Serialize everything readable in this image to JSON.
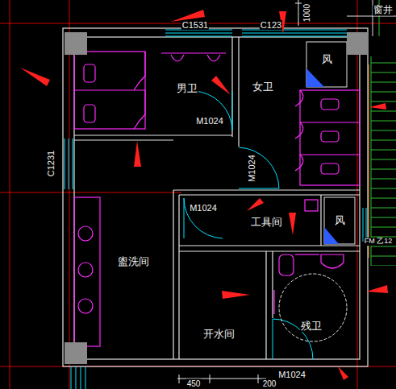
{
  "diagram": {
    "nodes": [
      {
        "text": [
          "男卫"
        ]
      },
      {
        "text": [
          "女卫"
        ]
      },
      {
        "text": [
          "风"
        ],
        "in": 1
      },
      {
        "text": [
          "工具间"
        ]
      },
      {
        "text": [
          "风"
        ]
      },
      {
        "text": [
          "盥洗间"
        ]
      },
      {
        "text": [
          "开水间"
        ]
      },
      {
        "text": [
          "残卫"
        ]
      }
    ],
    "labels": [
      "C1531",
      "C123",
      "1000",
      "窗井",
      "M1024",
      "C1231",
      "M1024",
      "M1024",
      "FM 乙12",
      "M1024",
      "450",
      "200"
    ]
  }
}
